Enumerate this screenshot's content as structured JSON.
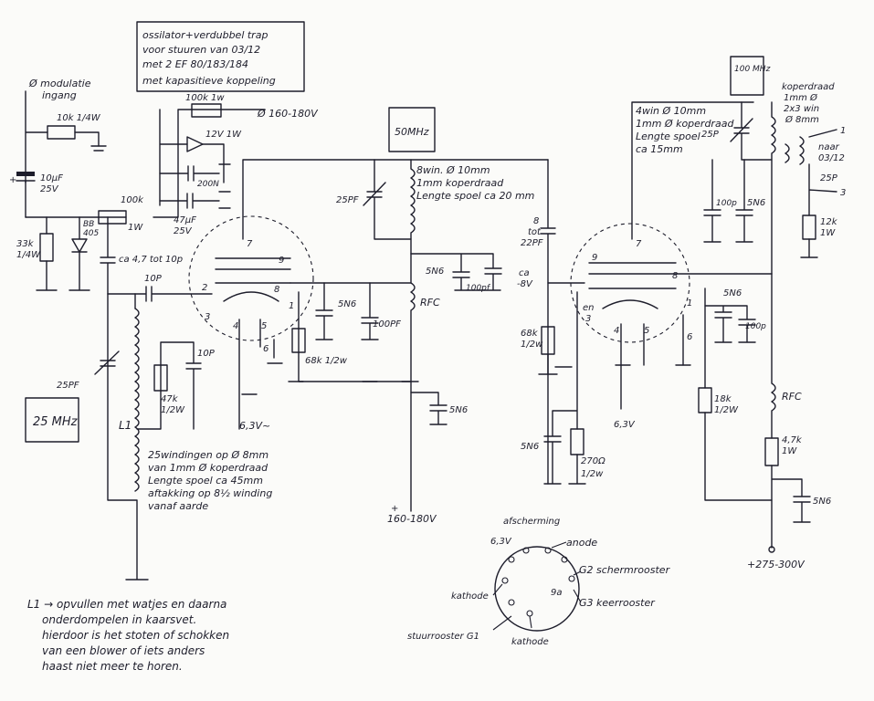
{
  "title_box": {
    "line1": "ossilator+verdubbel trap",
    "line2": "voor stuuren van 03/12",
    "line3": "met 2 EF 80/183/184",
    "line4": "met kapasitieve koppeling"
  },
  "labels": {
    "mod_input_1": "Ø modulatie",
    "mod_input_2": "ingang",
    "r_10k": "10k 1/4W",
    "r_100k_1w": "100k 1w",
    "supply_160": "Ø 160-180V",
    "zener": "12V 1W",
    "c_200n": "200N",
    "c_47uf_1": "47µF",
    "c_47uf_2": "25V",
    "r_100k": "100k",
    "r_100k_w": "1W",
    "c_10uf_1": "10µF",
    "c_10uf_2": "25V",
    "r_33k_1": "33k",
    "r_33k_2": "1/4W",
    "diode_bb_1": "BB",
    "diode_bb_2": "405",
    "c_trim": "ca 4,7 tot 10p",
    "c_10p_top": "10P",
    "c_10p": "10P",
    "r_47k_1": "47k",
    "r_47k_2": "1/2W",
    "c_25pf": "25PF",
    "freq_25": "25 MHz",
    "coil_L1": "L1",
    "coil_note_1": "25windingen op Ø 8mm",
    "coil_note_2": "van 1mm Ø koperdraad",
    "coil_note_3": "Lengte spoel ca 45mm",
    "coil_note_4": "aftakking op 8½ winding",
    "coil_note_5": "vanaf aarde",
    "heater_1": "6,3V~",
    "pin_9": "9",
    "pin_2": "2",
    "pin_8": "8",
    "pin_1": "1",
    "pin_3": "3",
    "pin_4": "4",
    "pin_5": "5",
    "pin_6": "6",
    "pin_7": "7",
    "freq_50": "50MHz",
    "c_25pf_2": "25PF",
    "coil2_note_1": "8win. Ø 10mm",
    "coil2_note_2": "1mm koperdraad",
    "coil2_note_3": "Lengte spoel ca 20 mm",
    "c_5n6_a": "5N6",
    "c_100pf_a": "100PF",
    "r_68k_1": "68k 1/2w",
    "rfc_1": "RFC",
    "c_5n6_b": "5N6",
    "c_100pf_b": "100pf",
    "c_5n6_c": "5N6",
    "supply_160_b": "160-180V",
    "c_8tot22": "8",
    "c_8tot22_b": "tot",
    "c_8tot22_c": "22PF",
    "ca_8v": "ca",
    "ca_8v_b": "-8V",
    "r_68k_2a": "68k",
    "r_68k_2b": "1/2w",
    "en_3": "en",
    "c_5n6_d": "5N6",
    "r_270_1": "270Ω",
    "r_270_2": "1/2w",
    "heater_2": "6,3V",
    "freq_100": "100 MHz",
    "coil3_note_1": "4win Ø 10mm",
    "coil3_note_2": "1mm Ø koperdraad",
    "coil3_note_3": "Lengte spoel",
    "coil3_note_4": "ca 15mm",
    "c_25p_3": "25P",
    "koper_1": "koperdraad",
    "koper_2": "1mm Ø",
    "koper_3": "2x3 win",
    "koper_4": "Ø 8mm",
    "naar_1": "naar",
    "naar_2": "03/12",
    "c_25p_4": "25P",
    "out_1": "1",
    "out_3": "3",
    "r_12k_1": "12k",
    "r_12k_2": "1W",
    "c_100p_3": "100p",
    "c_5n6_e": "5N6",
    "c_5n6_f": "5N6",
    "c_100p_4": "100p",
    "r_18k_1": "18k",
    "r_18k_2": "1/2W",
    "rfc_2": "RFC",
    "r_4k7_1": "4,7k",
    "r_4k7_2": "1W",
    "c_5n6_g": "5N6",
    "supply_275": "+275-300V",
    "pinout_afscherming": "afscherming",
    "pinout_63": "6,3V",
    "pinout_anode": "anode",
    "pinout_g2": "G2 schermrooster",
    "pinout_g3": "G3 keerrooster",
    "pinout_kathode_l": "kathode",
    "pinout_kathode_b": "kathode",
    "pinout_g1": "stuurrooster G1",
    "pinout_9a": "9a",
    "note_1": "L1 → opvullen met watjes en daarna",
    "note_2": "onderdompelen in kaarsvet.",
    "note_3": "hierdoor is het stoten of schokken",
    "note_4": "van een blower of iets anders",
    "note_5": "haast niet meer te horen."
  }
}
